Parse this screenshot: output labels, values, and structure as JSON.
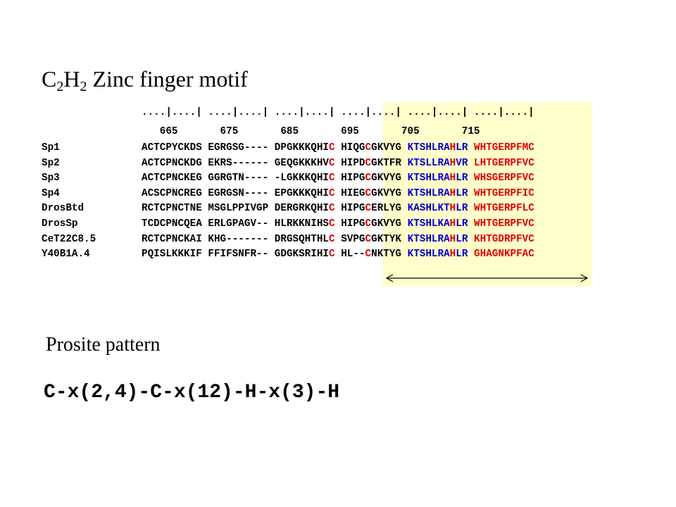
{
  "title": {
    "C": "C",
    "sub1": "2",
    "H": "H",
    "sub2": "2",
    "rest": " Zinc finger motif"
  },
  "ruler": "....|....| ....|....| ....|....| ....|....| ....|....| ....|....|",
  "numbers": "   665       675       685       695       705       715",
  "sequences": [
    {
      "name": "Sp1",
      "b1": "ACTCPYCKDS",
      "b2": "EGRGSG----",
      "b3": "DPGKKKQHI",
      "c1": "C",
      "b4a": "HIQG",
      "c2": "C",
      "b4b": "GKVYG",
      "b5a": "KTSHLRA",
      "h1": "H",
      "b5b": "LR",
      "h2": "W",
      "b6": "HTGERPFMC"
    },
    {
      "name": "Sp2",
      "b1": "ACTCPNCKDG",
      "b2": "EKRS------",
      "b3": "GEQGKKKHV",
      "c1": "C",
      "b4a": "HIPD",
      "c2": "C",
      "b4b": "GKTFR",
      "b5a": "KTSLLRA",
      "h1": "H",
      "b5b": "VR",
      "h2": "L",
      "b6": "HTGERPFVC"
    },
    {
      "name": "Sp3",
      "b1": "ACTCPNCKEG",
      "b2": "GGRGTN----",
      "b3": "-LGKKKQHI",
      "c1": "C",
      "b4a": "HIPG",
      "c2": "C",
      "b4b": "GKVYG",
      "b5a": "KTSHLRA",
      "h1": "H",
      "b5b": "LR",
      "h2": "W",
      "b6": "HSGERPFVC"
    },
    {
      "name": "Sp4",
      "b1": "ACSCPNCREG",
      "b2": "EGRGSN----",
      "b3": "EPGKKKQHI",
      "c1": "C",
      "b4a": "HIEG",
      "c2": "C",
      "b4b": "GKVYG",
      "b5a": "KTSHLRA",
      "h1": "H",
      "b5b": "LR",
      "h2": "W",
      "b6": "HTGERPFIC"
    },
    {
      "name": "DrosBtd",
      "b1": "RCTCPNCTNE",
      "b2": "MSGLPPIVGP",
      "b3": "DERGRKQHI",
      "c1": "C",
      "b4a": "HIPG",
      "c2": "C",
      "b4b": "ERLYG",
      "b5a": "KASHLKT",
      "h1": "H",
      "b5b": "LR",
      "h2": "W",
      "b6": "HTGERPFLC"
    },
    {
      "name": "DrosSp",
      "b1": "TCDCPNCQEA",
      "b2": "ERLGPAGV--",
      "b3": "HLRKKNIHS",
      "c1": "C",
      "b4a": "HIPG",
      "c2": "C",
      "b4b": "GKVYG",
      "b5a": "KTSHLKA",
      "h1": "H",
      "b5b": "LR",
      "h2": "W",
      "b6": "HTGERPFVC"
    },
    {
      "name": "CeT22C8.5",
      "b1": "RCTCPNCKAI",
      "b2": "KHG-------",
      "b3": "DRGSQHTHL",
      "c1": "C",
      "b4a": "SVPG",
      "c2": "C",
      "b4b": "GKTYK",
      "b5a": "KTSHLRA",
      "h1": "H",
      "b5b": "LR",
      "h2": "K",
      "b6": "HTGDRPFVC"
    },
    {
      "name": "Y40B1A.4",
      "b1": "PQISLKKKIF",
      "b2": "FFIFSNFR--",
      "b3": "GDGKSRIHI",
      "c1": "C",
      "b4a": "HL--",
      "c2": "C",
      "b4b": "NKTYG",
      "b5a": "KTSHLRA",
      "h1": "H",
      "b5b": "LR",
      "h2": "G",
      "b6": "HAGNKPFAC"
    }
  ],
  "prosite_title": "Prosite pattern",
  "pattern": "C-x(2,4)-C-x(12)-H-x(3)-H",
  "colors": {
    "highlight": "#ffffcc",
    "cys_his": "#e00000",
    "helix": "#0000cc"
  }
}
